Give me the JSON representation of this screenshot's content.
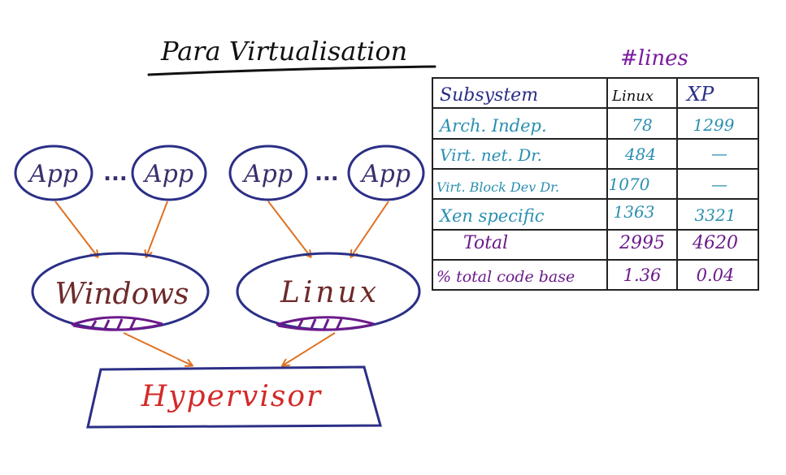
{
  "title": "Para Virtualisation",
  "apps": [
    "App",
    "App",
    "App",
    "App"
  ],
  "dots": "...",
  "os": {
    "windows": "Windows",
    "linux": "Linux"
  },
  "hypervisor": "Hypervisor",
  "table": {
    "caption": "#lines",
    "headers": [
      "Subsystem",
      "Linux",
      "XP"
    ],
    "rows": [
      [
        "Arch. Indep.",
        "78",
        "1299"
      ],
      [
        "Virt. net. Dr.",
        "484",
        "—"
      ],
      [
        "Virt. Block Dev Dr.",
        "1070",
        "—"
      ],
      [
        "Xen specific",
        "1363",
        "3321"
      ],
      [
        "Total",
        "2995",
        "4620"
      ],
      [
        "% total code base",
        "1.36",
        "0.04"
      ]
    ]
  },
  "colors": {
    "ink_blue": "#2b2f86",
    "ink_black": "#111111",
    "arrow_orange": "#e07020",
    "app_purple": "#3a2f6e",
    "os_brown": "#6e2a2a",
    "hyp_red": "#d42a2a",
    "cell_teal": "#2a8fb0",
    "cell_purple": "#6a1a8a",
    "caption_purple": "#7a1aa0"
  }
}
